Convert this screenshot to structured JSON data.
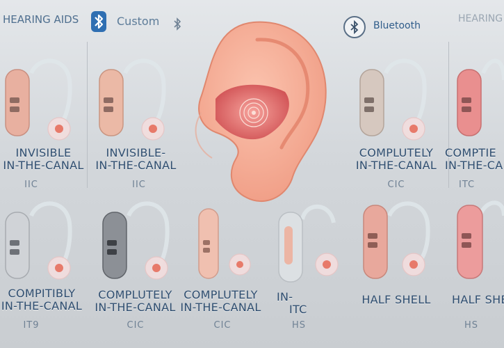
{
  "header": {
    "left_title": "HEARING AIDS",
    "custom_label": "Custom",
    "bluetooth_label": "Bluetooth",
    "right_title": "HEARING"
  },
  "icons": [
    "bluetooth-icon",
    "ear-illustration",
    "hearing-aid-device"
  ],
  "colors": {
    "background": "#d3d7db",
    "label_text": "#2f4e70",
    "code_text": "#6f8194",
    "bluetooth_badge": "#2f6fb2",
    "ear_skin": "#f4a690",
    "ear_canal": "#e0605f"
  },
  "top_row": [
    {
      "label_line1": "INVISIBLE",
      "label_line2": "IN-THE-CANAL",
      "code": "IIC",
      "color": "#e8b0a0"
    },
    {
      "label_line1": "INVISIBLE-",
      "label_line2": "IN-THE-CANAL",
      "code": "IIC",
      "color": "#ebb9a6"
    },
    {
      "label_line1": "COMPLUTELY",
      "label_line2": "IN-THE-CANAL",
      "code": "CIC",
      "color": "#d6c8bf"
    },
    {
      "label_line1": "COMPTIE",
      "label_line2": "IN-THE-CANAL",
      "code": "ITC",
      "color": "#e98f8f"
    }
  ],
  "bottom_row": [
    {
      "label_line1": "COMPITIBLY",
      "label_line2": "IN-THE-CANAL",
      "code": "IT9",
      "color": "#d0d3d7"
    },
    {
      "label_line1": "COMPLUTELY",
      "label_line2": "IN-THE-CANAL",
      "code": "CIC",
      "color": "#8c9096"
    },
    {
      "label_line1": "COMPLUTELY",
      "label_line2": "IN-THE-CANAL",
      "code": "CIC",
      "color": "#f0c0b0"
    },
    {
      "label_line1": "IN-",
      "label_line2": "ITC",
      "code": "HS",
      "color": "#dfe3e6"
    },
    {
      "label_line1": "HALF SHELL",
      "label_line2": "",
      "code": "",
      "color": "#e8a89c"
    },
    {
      "label_line1": "HALF SHELL",
      "label_line2": "",
      "code": "HS",
      "color": "#ec9c9c"
    }
  ]
}
